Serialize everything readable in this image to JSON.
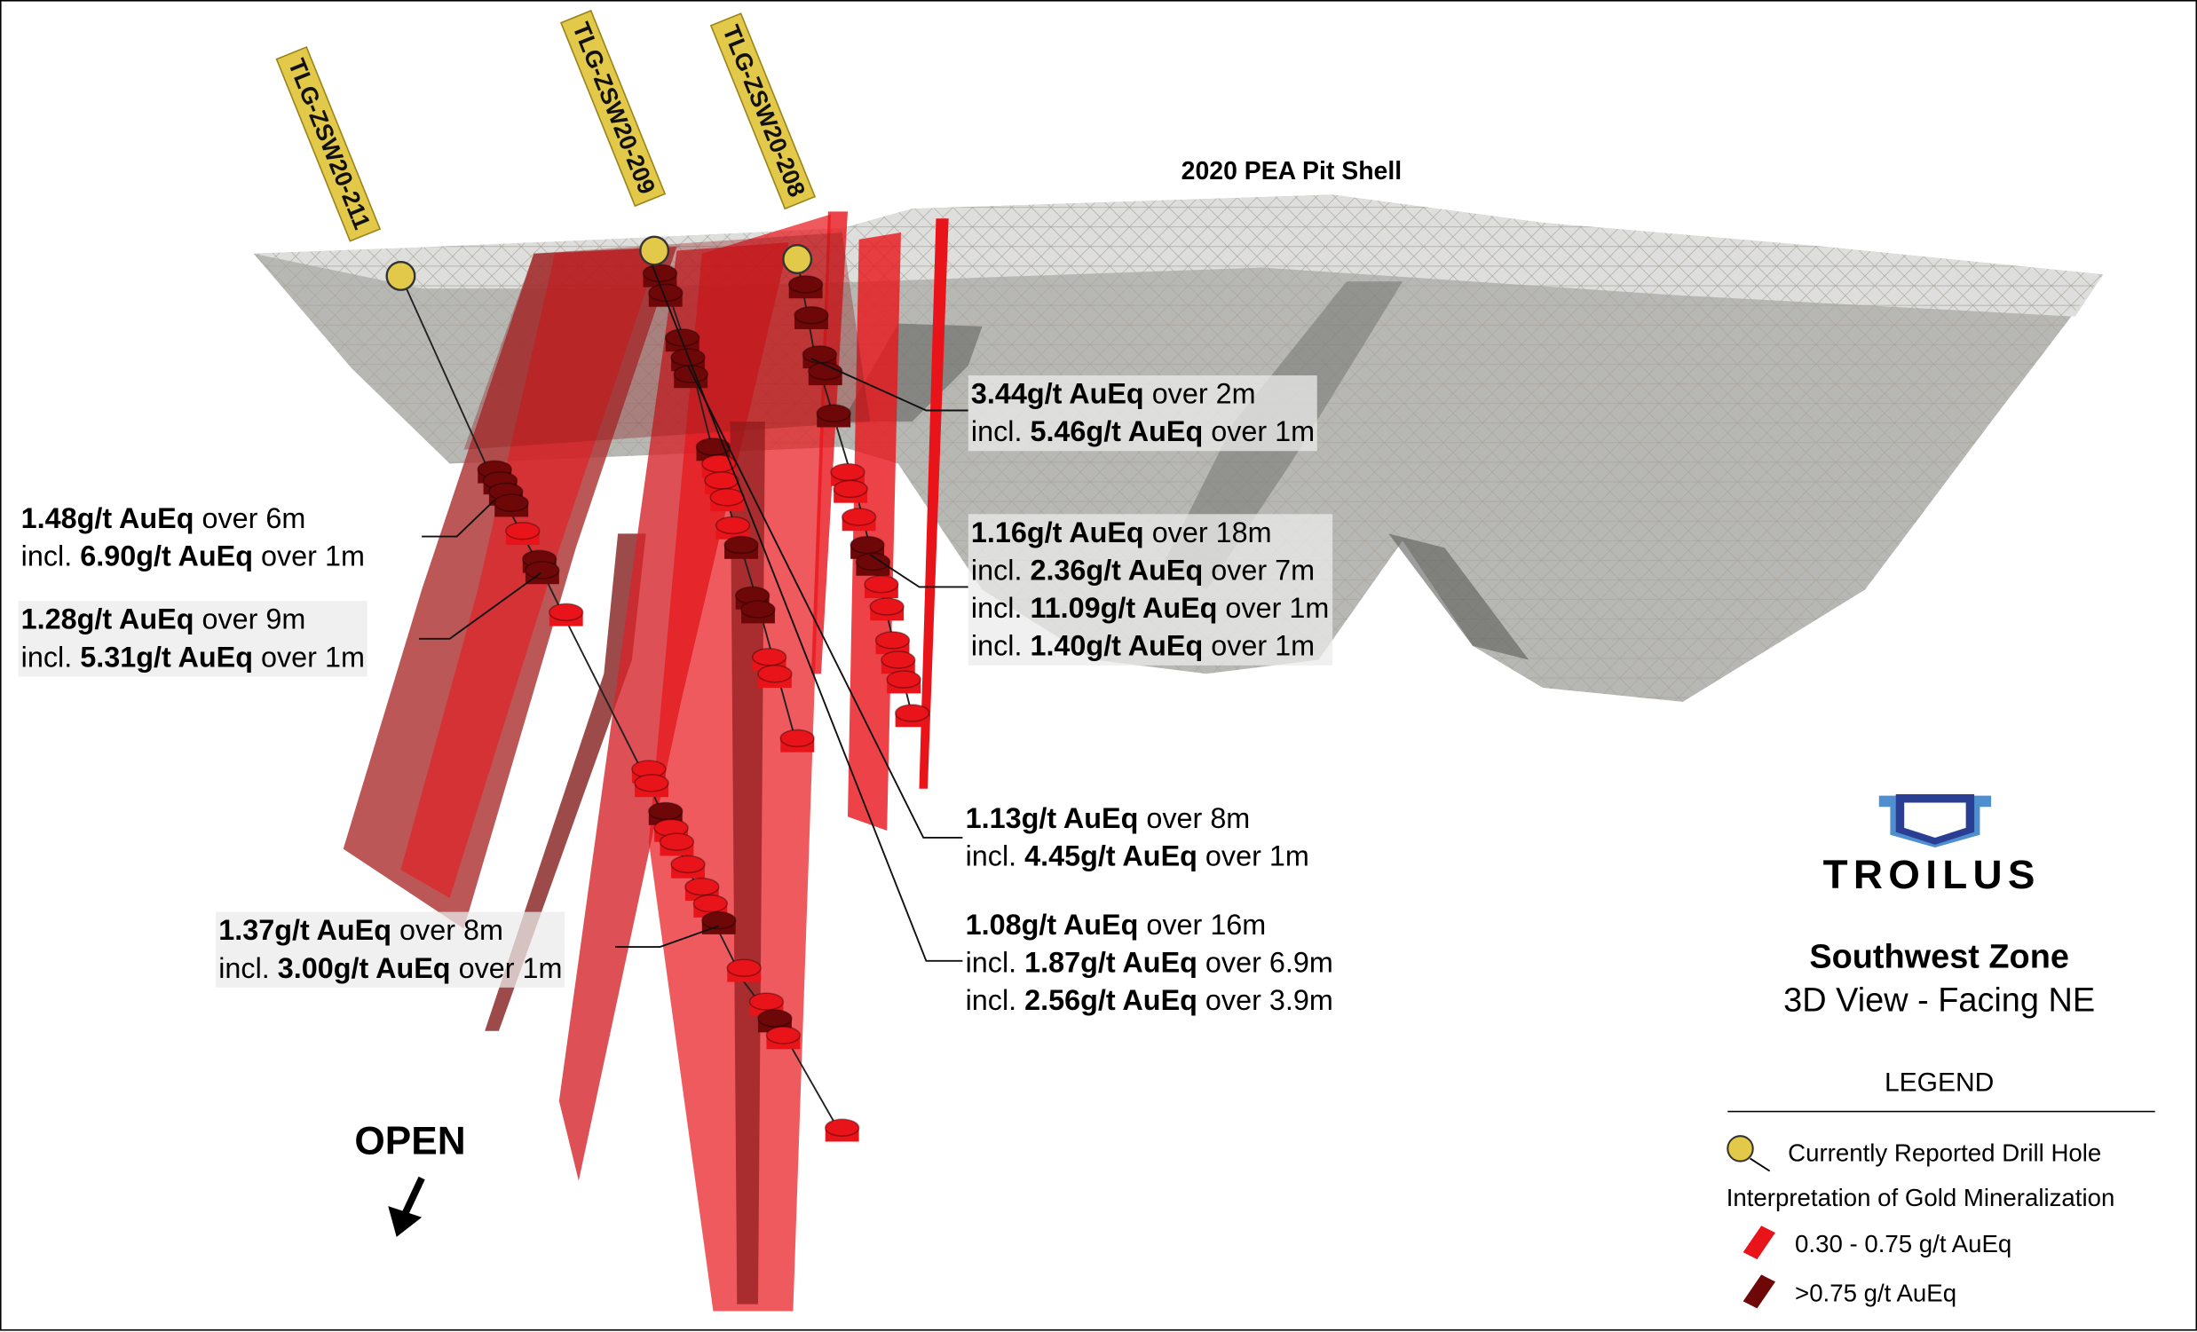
{
  "pit_shell_label": "2020 PEA Pit Shell",
  "drill_holes": [
    {
      "id": "TLG-ZSW20-211"
    },
    {
      "id": "TLG-ZSW20-209"
    },
    {
      "id": "TLG-ZSW20-208"
    }
  ],
  "intercepts": [
    {
      "lines": [
        {
          "pre": "",
          "bold": "1.48g/t AuEq",
          "post": " over 6m"
        },
        {
          "pre": "incl. ",
          "bold": "6.90g/t AuEq",
          "post": " over 1m"
        }
      ]
    },
    {
      "lines": [
        {
          "pre": "",
          "bold": "1.28g/t AuEq",
          "post": " over 9m"
        },
        {
          "pre": "incl. ",
          "bold": "5.31g/t AuEq",
          "post": " over 1m"
        }
      ]
    },
    {
      "lines": [
        {
          "pre": "",
          "bold": "3.44g/t AuEq",
          "post": " over 2m"
        },
        {
          "pre": "incl. ",
          "bold": "5.46g/t AuEq",
          "post": " over 1m"
        }
      ]
    },
    {
      "lines": [
        {
          "pre": "",
          "bold": "1.16g/t AuEq",
          "post": " over 18m"
        },
        {
          "pre": "incl. ",
          "bold": "2.36g/t AuEq",
          "post": " over 7m"
        },
        {
          "pre": "incl. ",
          "bold": "11.09g/t AuEq",
          "post": " over 1m"
        },
        {
          "pre": "incl. ",
          "bold": "1.40g/t AuEq",
          "post": " over 1m"
        }
      ]
    },
    {
      "lines": [
        {
          "pre": "",
          "bold": "1.13g/t AuEq",
          "post": " over 8m"
        },
        {
          "pre": "incl. ",
          "bold": "4.45g/t AuEq",
          "post": " over 1m"
        }
      ]
    },
    {
      "lines": [
        {
          "pre": "",
          "bold": "1.08g/t AuEq",
          "post": " over 16m"
        },
        {
          "pre": "incl. ",
          "bold": "1.87g/t AuEq",
          "post": " over 6.9m"
        },
        {
          "pre": "incl. ",
          "bold": "2.56g/t AuEq",
          "post": " over 3.9m"
        }
      ]
    },
    {
      "lines": [
        {
          "pre": "",
          "bold": "1.37g/t AuEq",
          "post": " over 8m"
        },
        {
          "pre": "incl. ",
          "bold": "3.00g/t AuEq",
          "post": " over 1m"
        }
      ]
    }
  ],
  "open_label": "OPEN",
  "brand": {
    "name": "TROILUS"
  },
  "title": {
    "zone": "Southwest Zone",
    "view": "3D View - Facing NE"
  },
  "legend": {
    "title": "LEGEND",
    "drill_hole": "Currently Reported Drill Hole",
    "interpretation": "Interpretation of Gold Mineralization",
    "low_grade": "0.30 - 0.75 g/t AuEq",
    "high_grade": ">0.75 g/t AuEq"
  },
  "colors": {
    "low_grade": "#e8141a",
    "high_grade": "#6e0707",
    "collar": "#e3c94a",
    "pit": "#b9b9b7",
    "logo_dark": "#2a3f94",
    "logo_light": "#4f8fd0"
  }
}
